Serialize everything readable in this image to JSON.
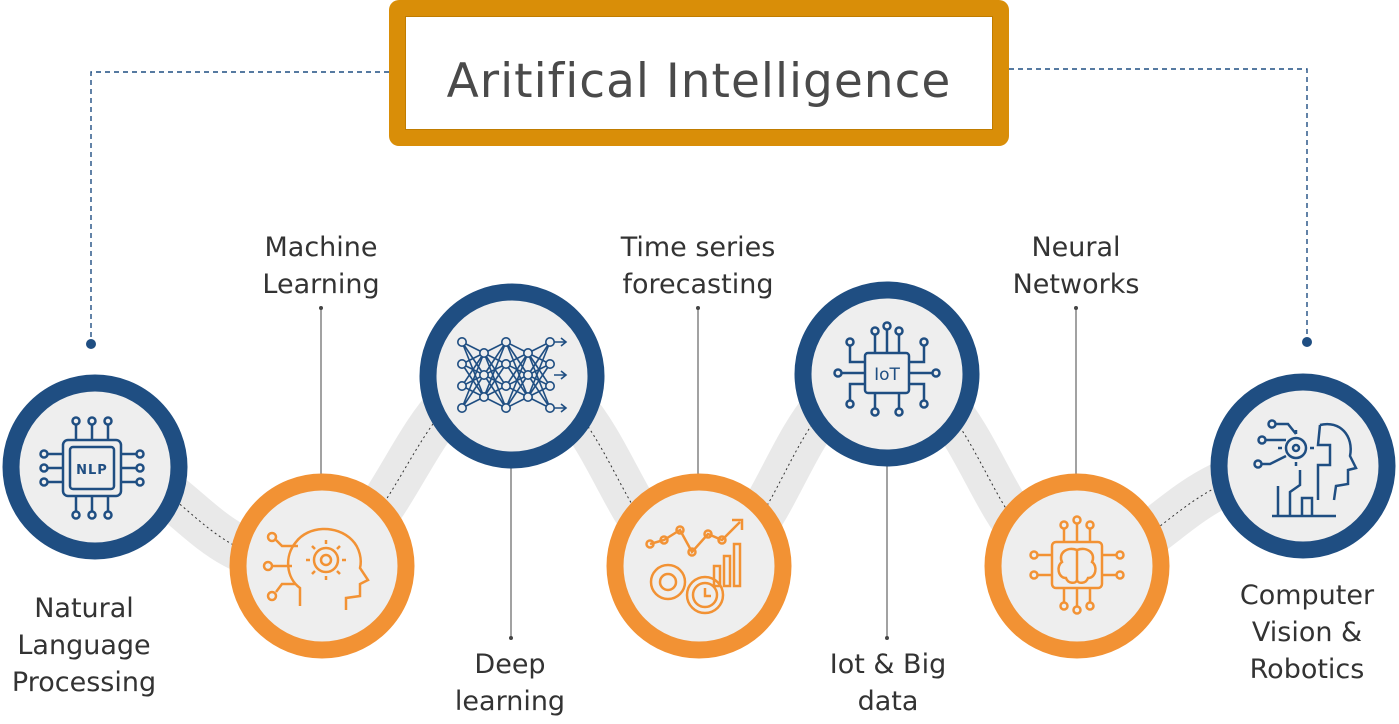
{
  "title": "Aritifical Intelligence",
  "colors": {
    "frame": "#d98e08",
    "navy": "#1f4e82",
    "orange": "#f29234",
    "track": "#e9e9e9",
    "text": "#333333"
  },
  "nodes": [
    {
      "id": "nlp",
      "lines": [
        "Natural",
        "Language",
        "Processing"
      ],
      "ring": "navy",
      "icon": "nlp-chip-icon",
      "chip_text": "NLP"
    },
    {
      "id": "ml",
      "lines": [
        "Machine",
        "Learning"
      ],
      "ring": "orange",
      "icon": "gear-head-icon"
    },
    {
      "id": "dl",
      "lines": [
        "Deep",
        "learning"
      ],
      "ring": "navy",
      "icon": "neural-mesh-icon"
    },
    {
      "id": "ts",
      "lines": [
        "Time series",
        "forecasting"
      ],
      "ring": "orange",
      "icon": "trend-clock-icon"
    },
    {
      "id": "iot",
      "lines": [
        "Iot & Big",
        "data"
      ],
      "ring": "navy",
      "icon": "iot-chip-icon",
      "chip_text": "IoT"
    },
    {
      "id": "nn",
      "lines": [
        "Neural",
        "Networks"
      ],
      "ring": "orange",
      "icon": "brain-chip-icon"
    },
    {
      "id": "cv",
      "lines": [
        "Computer",
        "Vision &",
        "Robotics"
      ],
      "ring": "navy",
      "icon": "robot-head-icon"
    }
  ]
}
